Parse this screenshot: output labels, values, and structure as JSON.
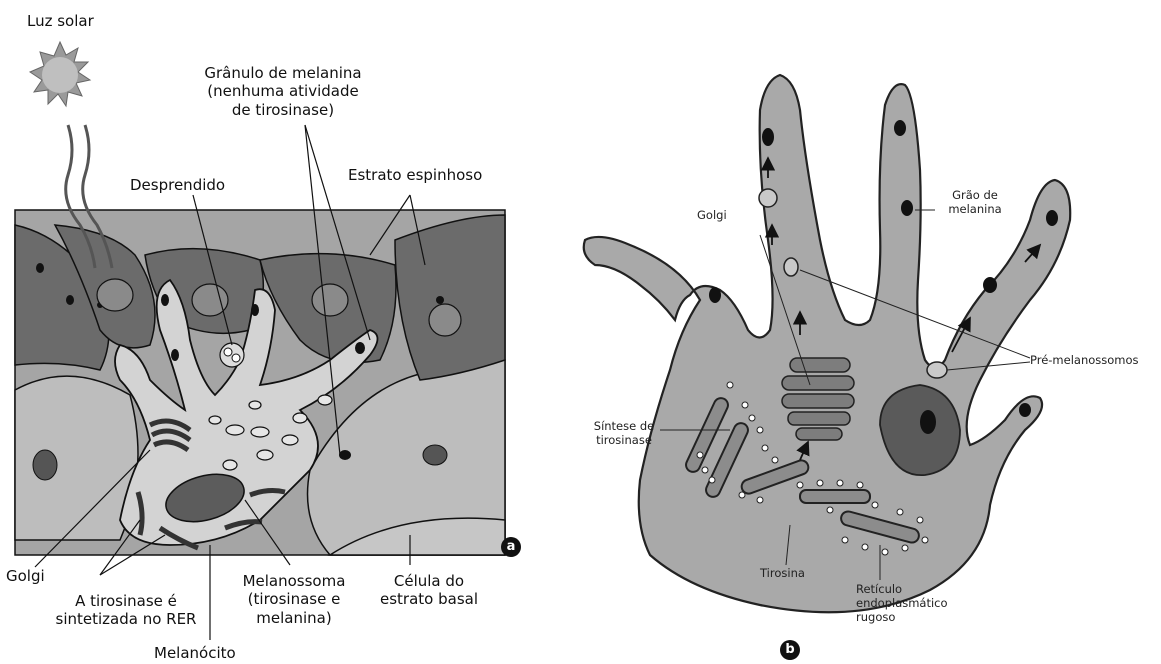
{
  "panel_a": {
    "badge": "a",
    "labels": {
      "luz_solar": "Luz solar",
      "granulo": "Grânulo de melanina\n(nenhuma atividade\nde tirosinase)",
      "desprendido": "Desprendido",
      "estrato_espinhoso": "Estrato espinhoso",
      "golgi": "Golgi",
      "tirosinase_rer": "A tirosinase é\nsintetizada no RER",
      "melanossoma": "Melanossoma\n(tirosinase e\nmelanina)",
      "celula_basal": "Célula do\nestrato basal",
      "melanocito": "Melanócito"
    }
  },
  "panel_b": {
    "badge": "b",
    "labels": {
      "golgi": "Golgi",
      "grao_melanina": "Grão de\nmelanina",
      "pre_melanossomos": "Pré-melanossomos",
      "sintese_tirosinase": "Síntese de\ntirosinase",
      "tirosina": "Tirosina",
      "reticulo": "Retículo\nendoplasmático\nrugoso"
    }
  }
}
